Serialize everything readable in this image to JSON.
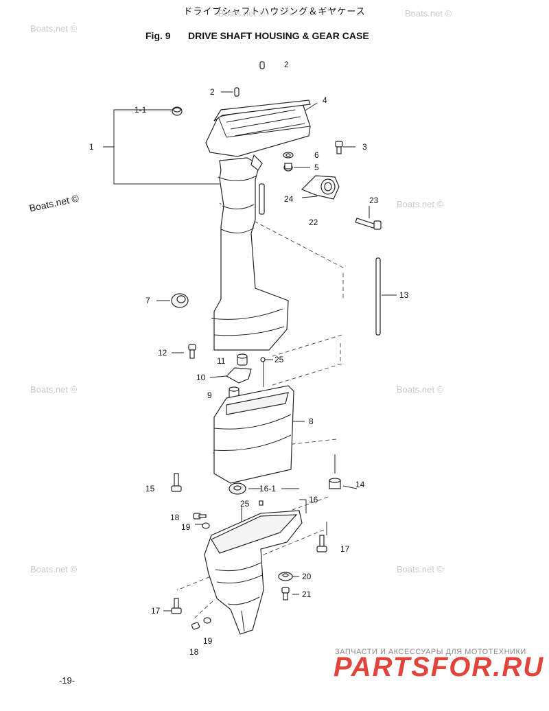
{
  "header": {
    "title_jp": "ドライブシャフトハウジング＆ギヤケース",
    "fig_label": "Fig. 9",
    "title": "DRIVE SHAFT HOUSING & GEAR CASE"
  },
  "watermarks": [
    "Boats.net ©",
    "Boats.net ©",
    "Boats.net ©",
    "Boats.net ©",
    "Boats.net ©",
    "Boats.net ©",
    "Boats.net ©",
    "Boats.net ©",
    "Boats.net ©"
  ],
  "callouts": {
    "c1": "1",
    "c1_1": "1-1",
    "c2a": "2",
    "c2b": "2",
    "c3": "3",
    "c4": "4",
    "c5": "5",
    "c6": "6",
    "c7": "7",
    "c8": "8",
    "c9": "9",
    "c10": "10",
    "c11": "11",
    "c12": "12",
    "c13": "13",
    "c14": "14",
    "c15": "15",
    "c16": "16",
    "c16_1": "16-1",
    "c17a": "17",
    "c17b": "17",
    "c18a": "18",
    "c18b": "18",
    "c19a": "19",
    "c19b": "19",
    "c20": "20",
    "c21": "21",
    "c22": "22",
    "c23": "23",
    "c24": "24",
    "c25a": "25",
    "c25b": "25"
  },
  "footer": {
    "page_number": "-19-",
    "brand_tagline": "ЗАПЧАСТИ И АКСЕССУАРЫ ДЛЯ МОТОТЕХНИКИ",
    "brand_name": "PARTSFOR.RU"
  }
}
